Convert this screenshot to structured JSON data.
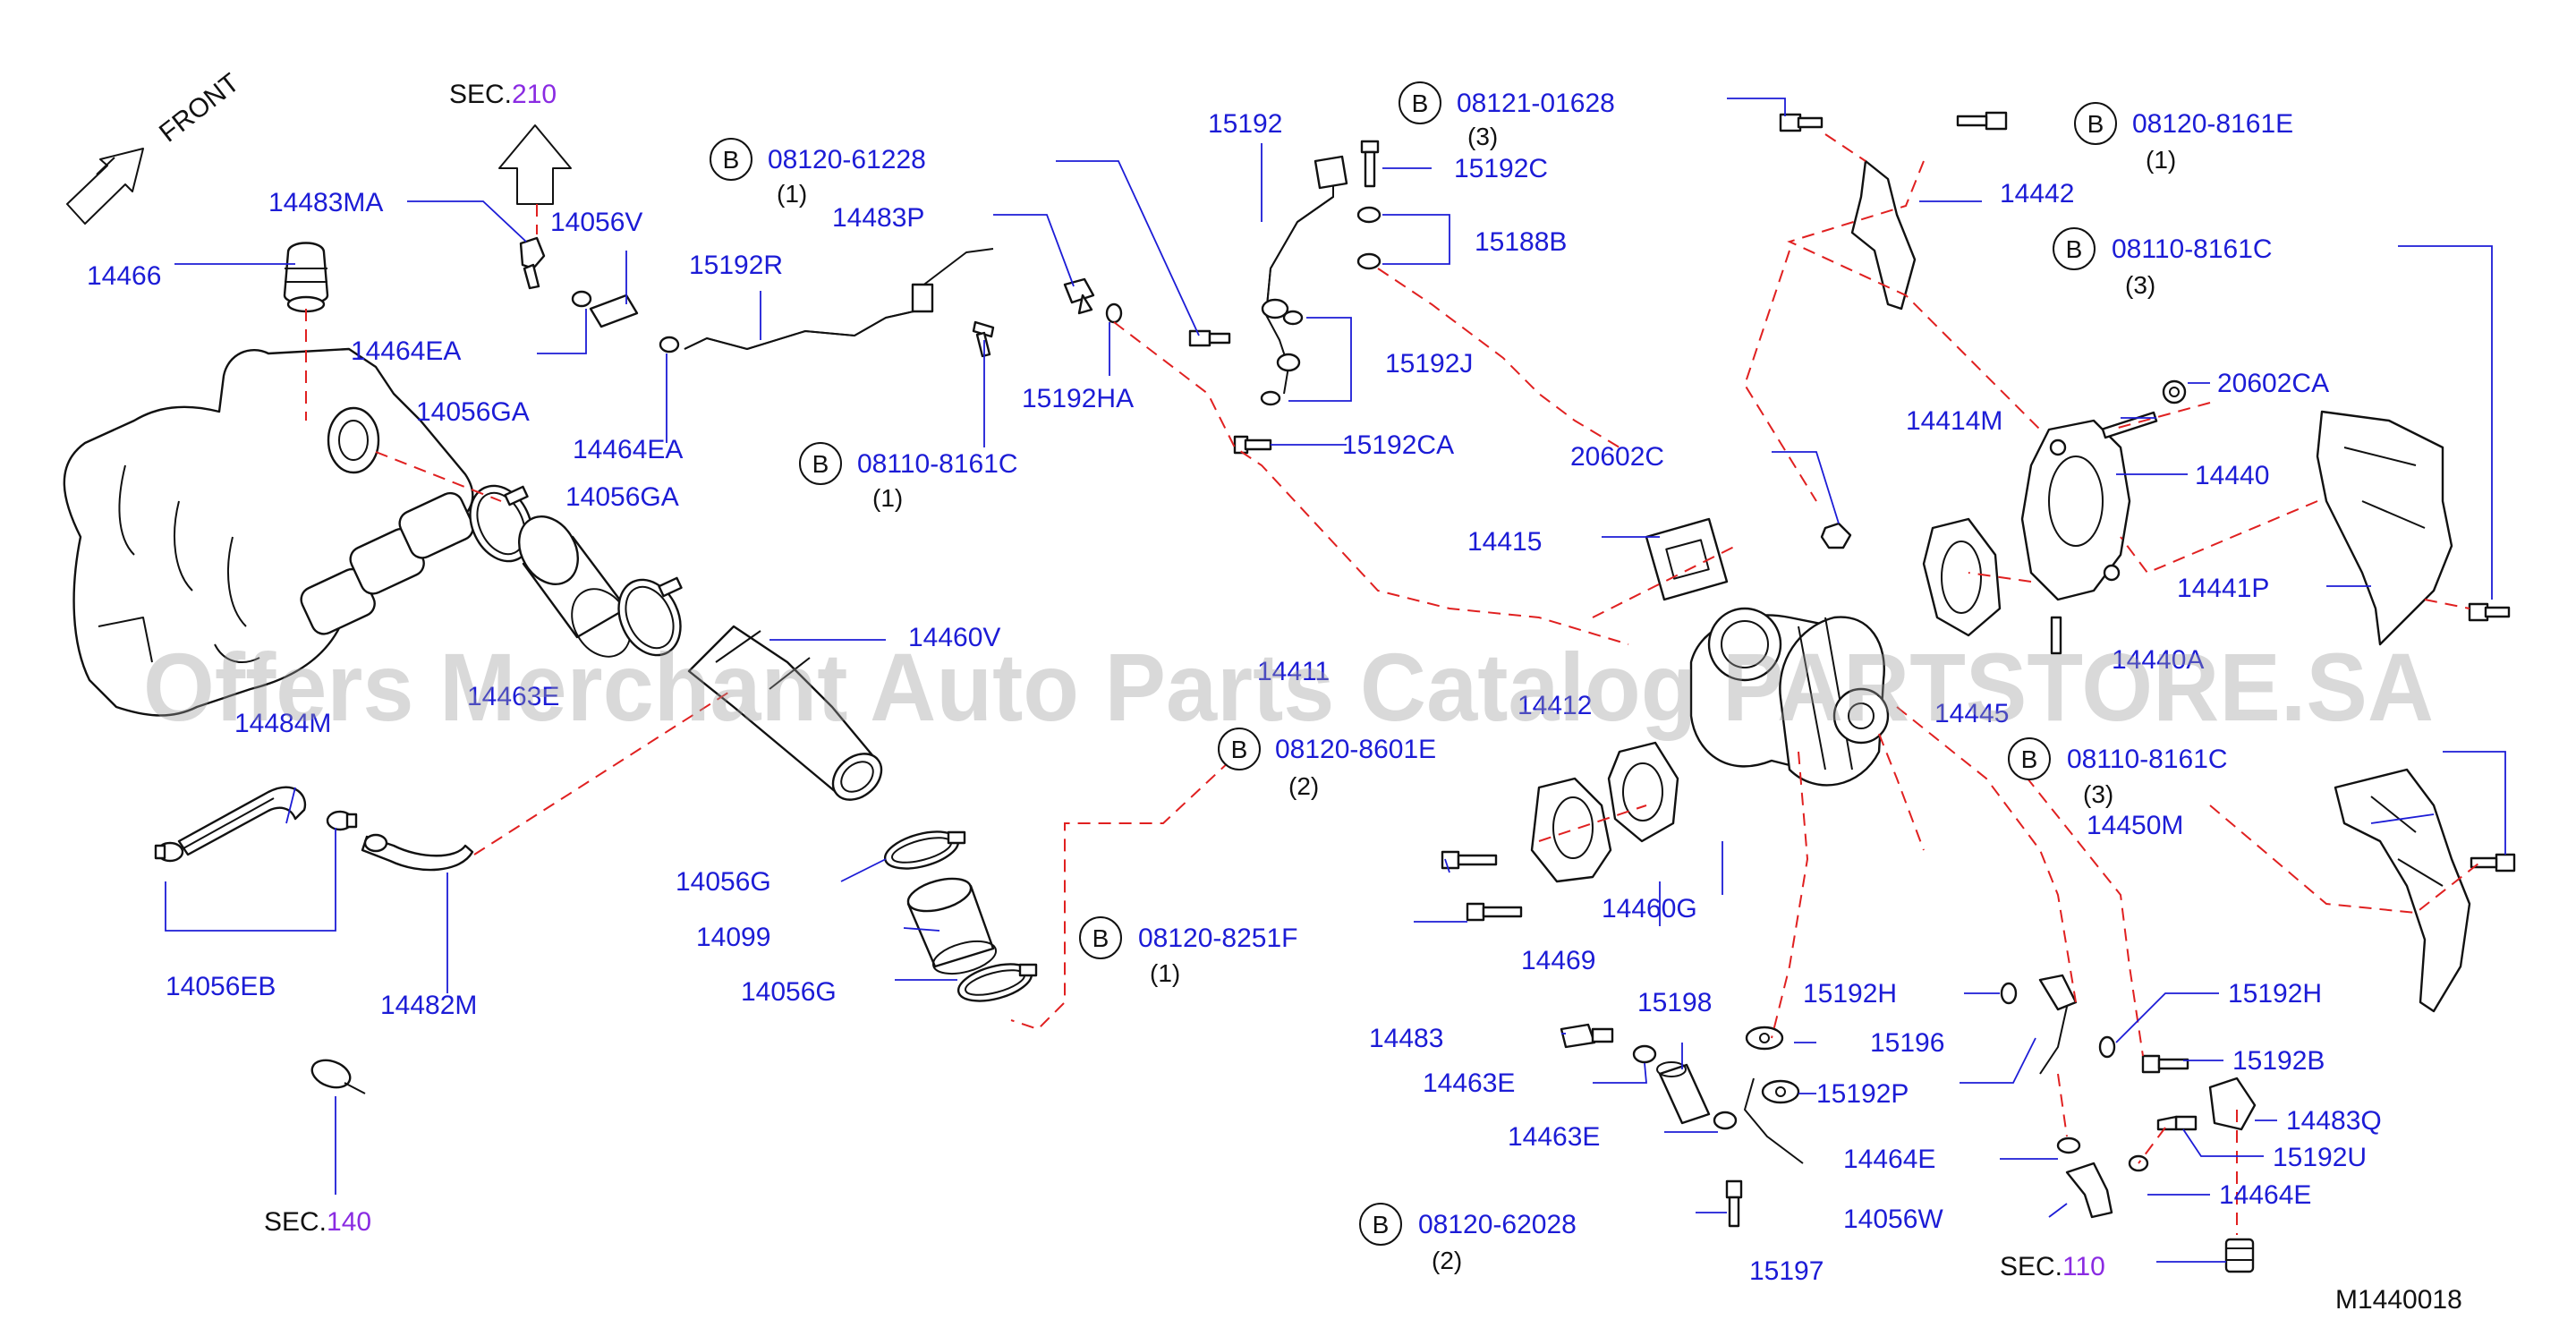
{
  "diagram_code": "M1440018",
  "watermark": "Offers Merchant Auto Parts Catalog PARTSTORE.SA",
  "front_label": "FRONT",
  "sections": [
    {
      "prefix": "SEC.",
      "num": "210"
    },
    {
      "prefix": "SEC.",
      "num": "140"
    },
    {
      "prefix": "SEC.",
      "num": "110"
    }
  ],
  "parts": [
    "14466",
    "14483MA",
    "14056V",
    "14464EA",
    "14464EA",
    "15192R",
    "14483P",
    "15192HA",
    "15192",
    "15192C",
    "15188B",
    "15192J",
    "15192CA",
    "14442",
    "14056GA",
    "14056GA",
    "14460V",
    "14463E",
    "14484M",
    "14056EB",
    "14482M",
    "14056G",
    "14099",
    "14056G",
    "14411",
    "14412",
    "14415",
    "20602C",
    "14414M",
    "20602CA",
    "14440",
    "14441P",
    "14440A",
    "14445",
    "14450M",
    "14469",
    "14460G",
    "15198",
    "14483",
    "14463E",
    "14463E",
    "15192H",
    "15196",
    "15192P",
    "14464E",
    "15197",
    "15192H",
    "15192B",
    "14483Q",
    "15192U",
    "14464E",
    "14056W"
  ],
  "bolt_refs": [
    {
      "badge": "B",
      "num": "08120-61228",
      "qty": "(1)"
    },
    {
      "badge": "B",
      "num": "08110-8161C",
      "qty": "(1)"
    },
    {
      "badge": "B",
      "num": "08121-01628",
      "qty": "(3)"
    },
    {
      "badge": "B",
      "num": "08120-8161E",
      "qty": "(1)"
    },
    {
      "badge": "B",
      "num": "08110-8161C",
      "qty": "(3)"
    },
    {
      "badge": "B",
      "num": "08120-8601E",
      "qty": "(2)"
    },
    {
      "badge": "B",
      "num": "08110-8161C",
      "qty": "(3)"
    },
    {
      "badge": "B",
      "num": "08120-8251F",
      "qty": "(1)"
    },
    {
      "badge": "B",
      "num": "08120-62028",
      "qty": "(2)"
    }
  ]
}
